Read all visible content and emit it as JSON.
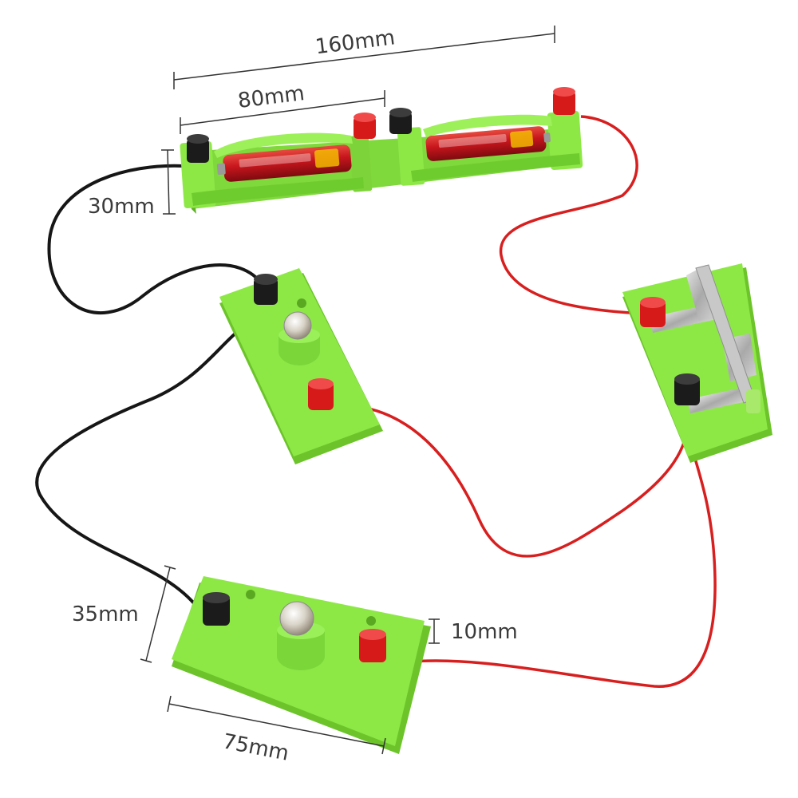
{
  "dimensions": {
    "length_total": "160mm",
    "battery_cell_length": "80mm",
    "battery_holder_height": "30mm",
    "bulb_base_height": "35mm",
    "terminal_height": "10mm",
    "bulb_base_length": "75mm"
  },
  "colors": {
    "board_green": "#8de846",
    "board_green_dark": "#6cc42a",
    "terminal_red": "#d61a1a",
    "terminal_black": "#1b1b1b",
    "wire_red": "#d81f1f",
    "wire_black": "#161616",
    "battery_red": "#c8161d",
    "metal": "#b9b9b9"
  },
  "components": {
    "battery_holder": "2-cell battery holder",
    "bulb_upper": "bulb holder",
    "bulb_lower": "bulb holder",
    "switch": "knife switch"
  }
}
